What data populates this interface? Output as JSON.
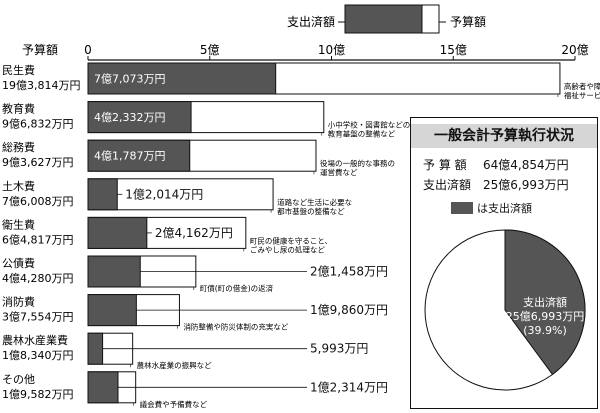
{
  "legend": {
    "spent_label": "支出済額",
    "budget_label": "予算額"
  },
  "axis": {
    "header": "予算額",
    "ticks": [
      "0",
      "5億",
      "10億",
      "15億",
      "20億"
    ]
  },
  "chart_data": {
    "type": "bar",
    "xlim": [
      0,
      20
    ],
    "unit": "億円",
    "rows": [
      {
        "name": "民生費",
        "budget_label": "19億3,814万円",
        "budget": 19.3814,
        "spent": 7.7073,
        "spent_label": "7億7,073万円",
        "label_inside": true,
        "desc": [
          "高齢者や障害者に対する",
          "福祉サービスなど"
        ]
      },
      {
        "name": "教育費",
        "budget_label": "9億6,832万円",
        "budget": 9.6832,
        "spent": 4.2332,
        "spent_label": "4億2,332万円",
        "label_inside": true,
        "desc": [
          "小中学校・図書館などの",
          "教育基盤の整備など"
        ]
      },
      {
        "name": "総務費",
        "budget_label": "9億3,627万円",
        "budget": 9.3627,
        "spent": 4.1787,
        "spent_label": "4億1,787万円",
        "label_inside": true,
        "desc": [
          "役場の一般的な事務の",
          "運営費など"
        ]
      },
      {
        "name": "土木費",
        "budget_label": "7億6,008万円",
        "budget": 7.6008,
        "spent": 1.2014,
        "spent_label": "1億2,014万円",
        "label_inside": false,
        "desc": [
          "道路など生活に必要な",
          "都市基盤の整備など"
        ]
      },
      {
        "name": "衛生費",
        "budget_label": "6億4,817万円",
        "budget": 6.4817,
        "spent": 2.4162,
        "spent_label": "2億4,162万円",
        "label_inside": false,
        "desc": [
          "町民の健康を守ること、",
          "ごみやし尿の処理など"
        ]
      },
      {
        "name": "公債費",
        "budget_label": "4億4,280万円",
        "budget": 4.428,
        "spent": 2.1458,
        "spent_label": "2億1,458万円",
        "label_inside": false,
        "desc": [
          "町債(町の借金)の返済"
        ]
      },
      {
        "name": "消防費",
        "budget_label": "3億7,554万円",
        "budget": 3.7554,
        "spent": 1.986,
        "spent_label": "1億9,860万円",
        "label_inside": false,
        "desc": [
          "消防整備や防災体制の充実など"
        ]
      },
      {
        "name": "農林水産業費",
        "budget_label": "1億8,340万円",
        "budget": 1.834,
        "spent": 0.5993,
        "spent_label": "5,993万円",
        "label_inside": false,
        "desc": [
          "農林水産業の振興など"
        ]
      },
      {
        "name": "その他",
        "budget_label": "1億9,582万円",
        "budget": 1.9582,
        "spent": 1.2314,
        "spent_label": "1億2,314万円",
        "label_inside": false,
        "desc": [
          "議会費や予備費など"
        ]
      }
    ]
  },
  "summary": {
    "title": "一般会計予算執行状況",
    "budget_key": "予 算 額",
    "budget_value": "64億4,854万円",
    "spent_key": "支出済額",
    "spent_value": "25億6,993万円",
    "legend_label": "は支出済額",
    "pie": {
      "fraction": 0.399,
      "label_line1": "支出済額",
      "label_line2": "25億6,993万円",
      "label_line3": "(39.9%)"
    }
  },
  "colors": {
    "spent": "#555555",
    "budget": "#ffffff",
    "stroke": "#111111"
  }
}
